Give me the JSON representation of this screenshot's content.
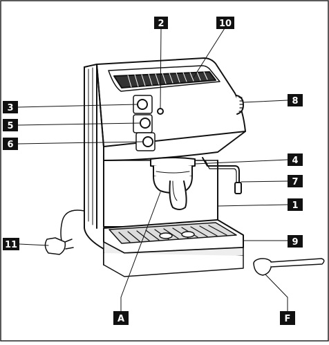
{
  "diagram": {
    "labels": {
      "l1": "1",
      "l2": "2",
      "l3": "3",
      "l4": "4",
      "l5": "5",
      "l6": "6",
      "l7": "7",
      "l8": "8",
      "l9": "9",
      "l10": "10",
      "l11": "11",
      "lA": "A",
      "lF": "F"
    }
  }
}
